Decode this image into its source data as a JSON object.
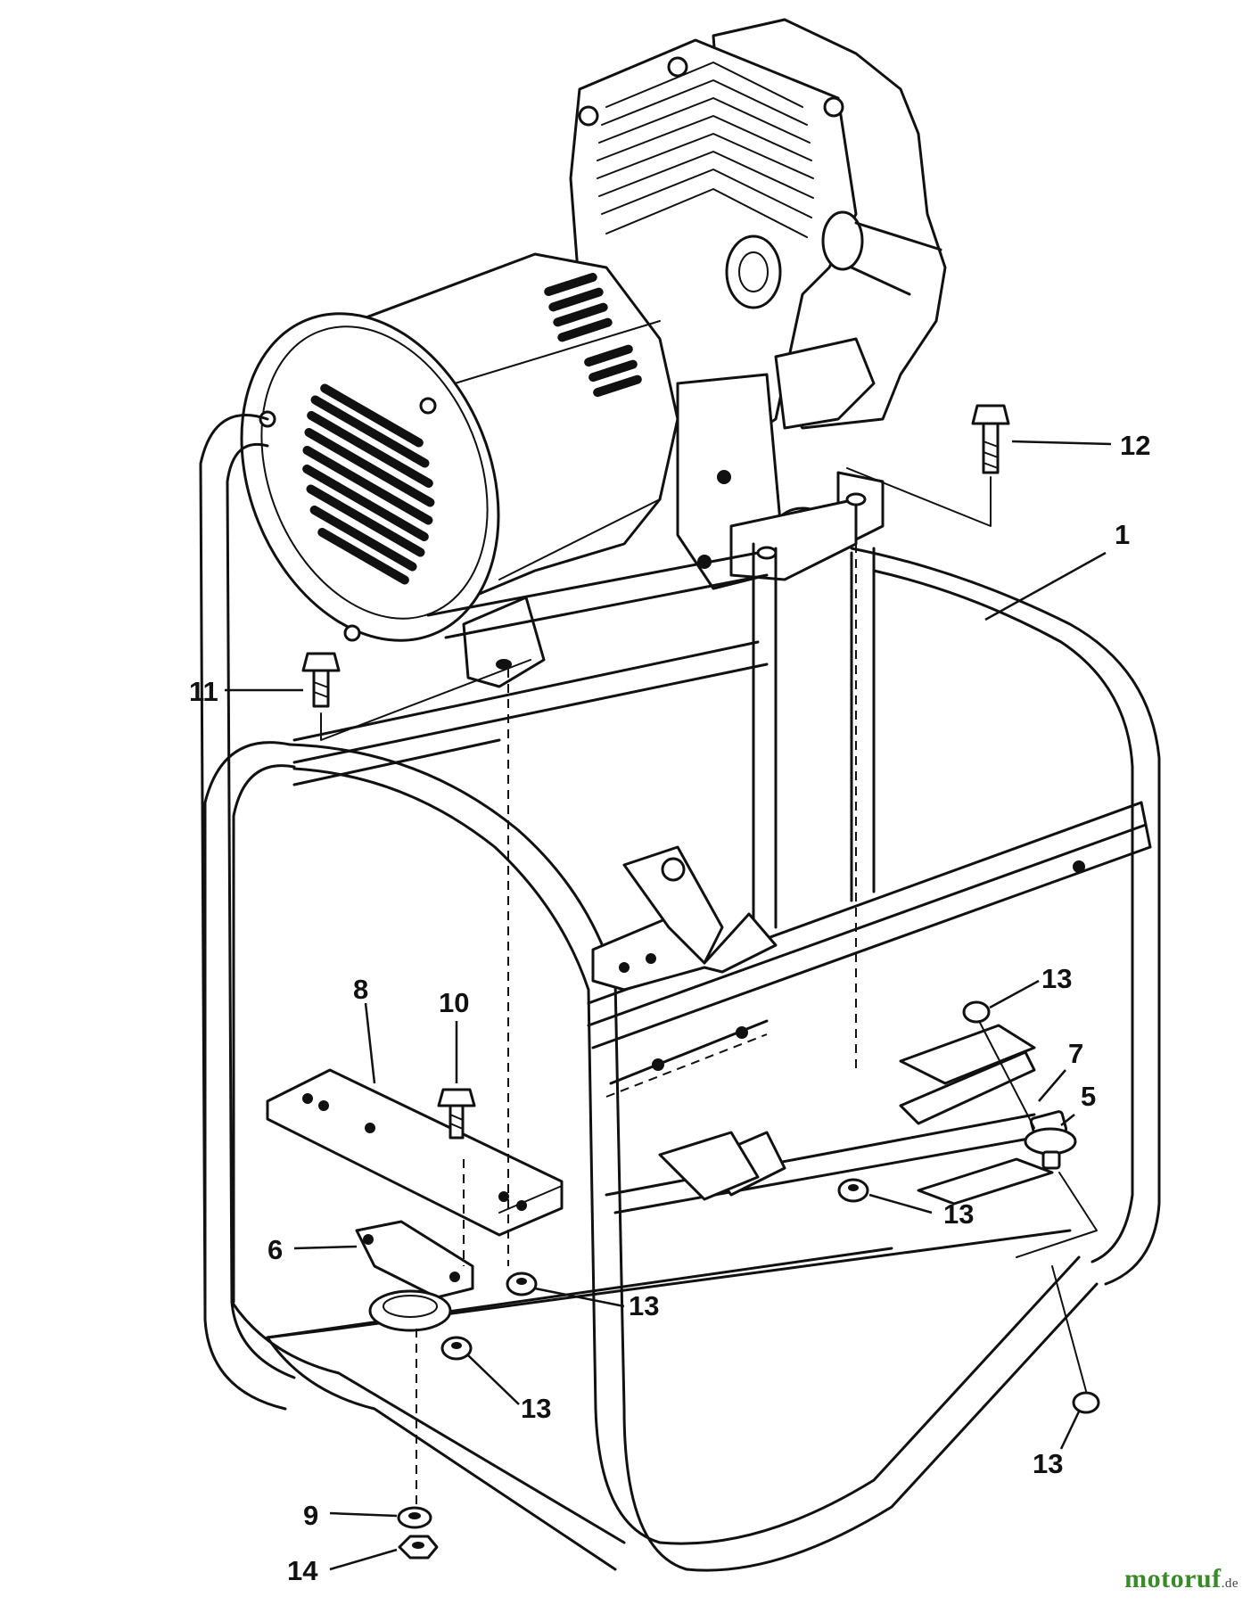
{
  "callouts": [
    {
      "id": "1",
      "label": "1"
    },
    {
      "id": "5",
      "label": "5"
    },
    {
      "id": "6",
      "label": "6"
    },
    {
      "id": "7",
      "label": "7"
    },
    {
      "id": "8",
      "label": "8"
    },
    {
      "id": "9",
      "label": "9"
    },
    {
      "id": "10",
      "label": "10"
    },
    {
      "id": "11",
      "label": "11"
    },
    {
      "id": "12",
      "label": "12"
    },
    {
      "id": "13a",
      "label": "13"
    },
    {
      "id": "13b",
      "label": "13"
    },
    {
      "id": "13c",
      "label": "13"
    },
    {
      "id": "13d",
      "label": "13"
    },
    {
      "id": "13e",
      "label": "13"
    },
    {
      "id": "14",
      "label": "14"
    }
  ],
  "watermark": {
    "brand": "motoruf",
    "tld": ".de",
    "color": "#3a8a2a"
  }
}
